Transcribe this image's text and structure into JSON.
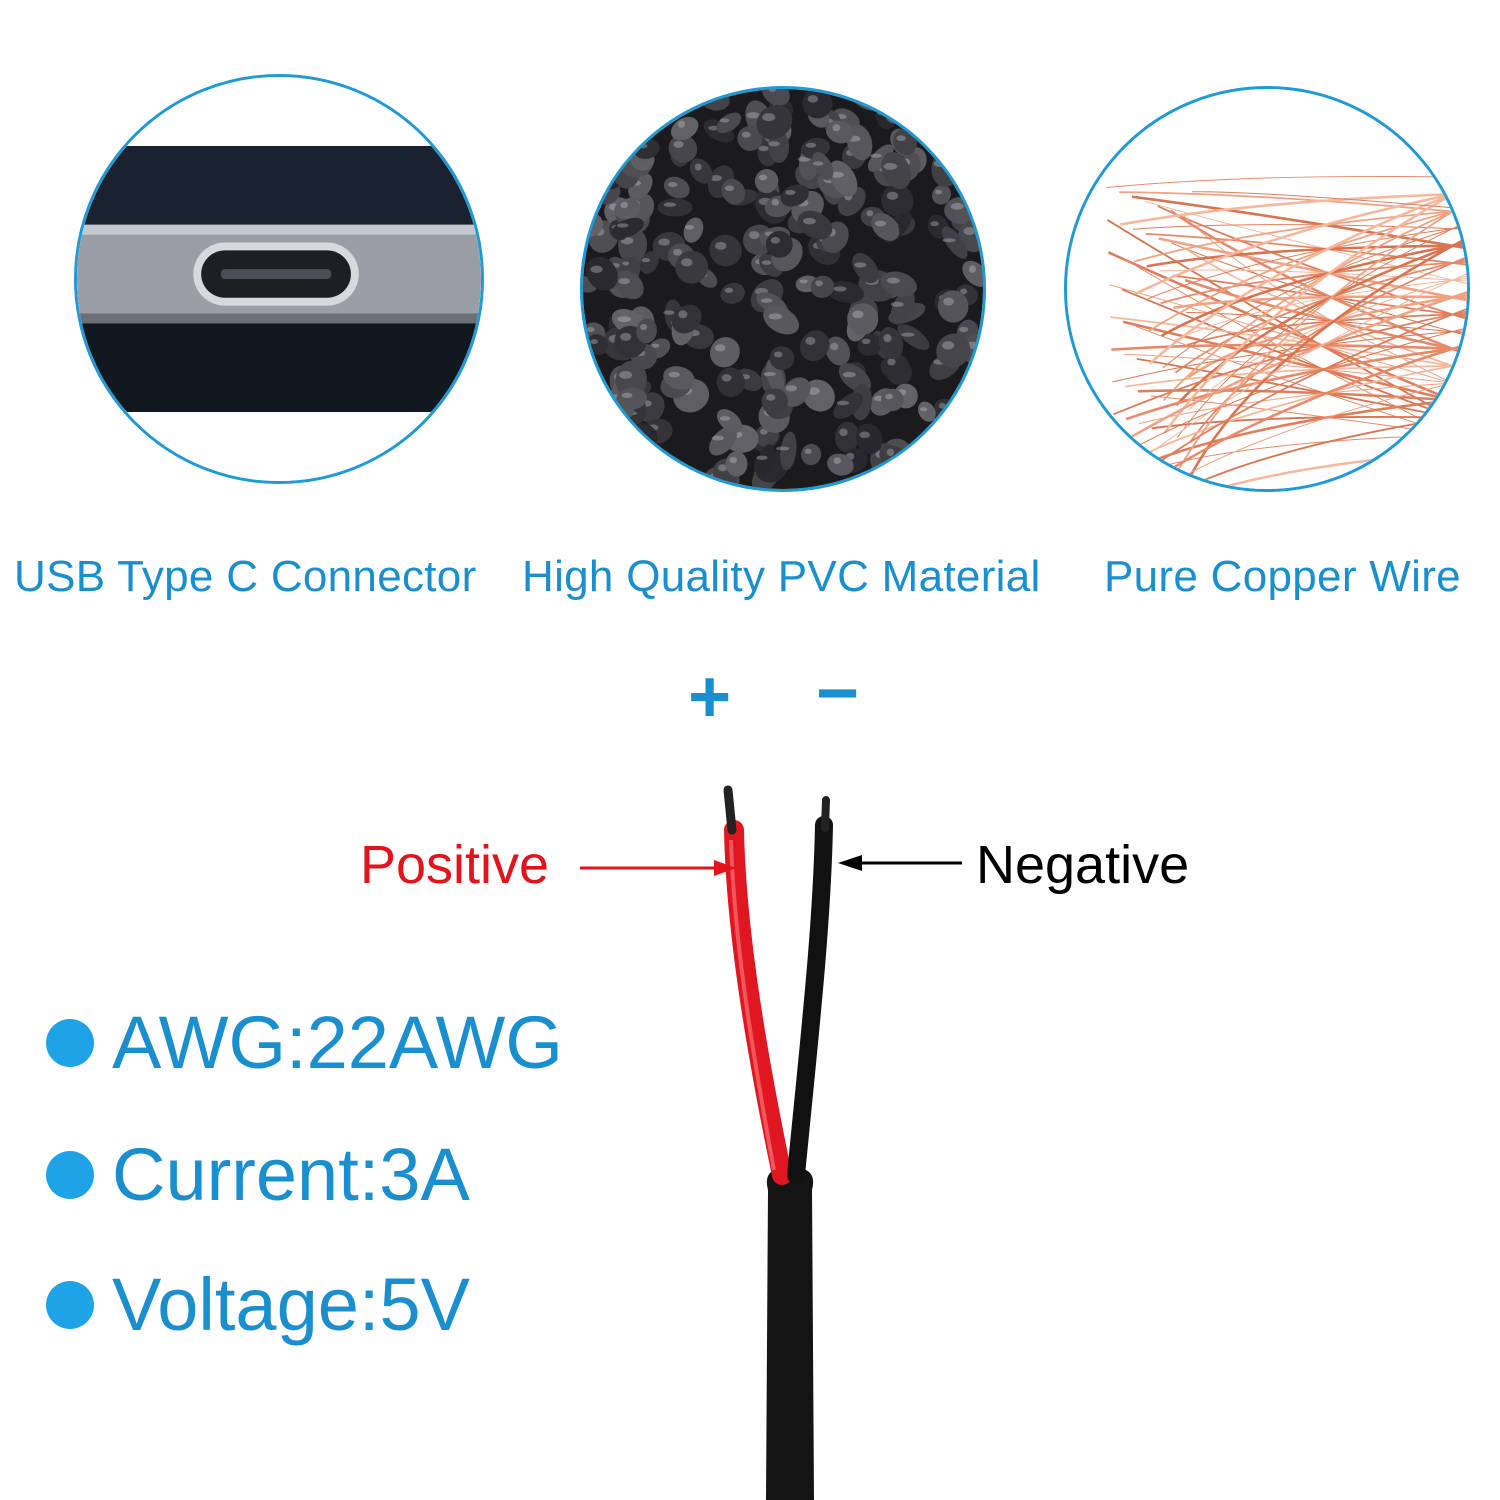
{
  "features": [
    {
      "image": "usb-type-c-port",
      "caption": "USB Type C Connector"
    },
    {
      "image": "pvc-pellets",
      "caption": "High Quality PVC Material"
    },
    {
      "image": "copper-strands",
      "caption": "Pure Copper Wire"
    }
  ],
  "polarity": {
    "plus": "+",
    "minus": "−"
  },
  "wires": {
    "positive_label": "Positive",
    "negative_label": "Negative",
    "positive_color": "#e3121b",
    "negative_color": "#111111"
  },
  "specs": [
    {
      "text": "AWG:22AWG"
    },
    {
      "text": "Current:3A"
    },
    {
      "text": "Voltage:5V"
    }
  ],
  "colors": {
    "accent": "#1a8fd0",
    "bullet": "#1ea3e6",
    "circle_border": "#1e9ad6"
  }
}
